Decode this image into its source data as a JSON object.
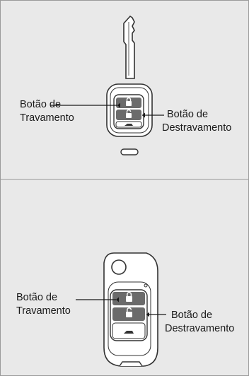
{
  "diagrams": [
    {
      "key_type": "standard-key",
      "lock_label": [
        "Botão de",
        "Travamento"
      ],
      "unlock_label": [
        "Botão de",
        "Destravamento"
      ]
    },
    {
      "key_type": "flip-key",
      "lock_label": [
        "Botão de",
        "Travamento"
      ],
      "unlock_label": [
        "Botão de",
        "Destravamento"
      ]
    }
  ],
  "icons": [
    "lock-icon",
    "unlock-icon",
    "trunk-icon"
  ],
  "colors": {
    "background": "#e9e9e9",
    "border": "#9a9a9a",
    "button": "#6b6b6b",
    "key_body": "#ffffff",
    "outline": "#333333"
  }
}
